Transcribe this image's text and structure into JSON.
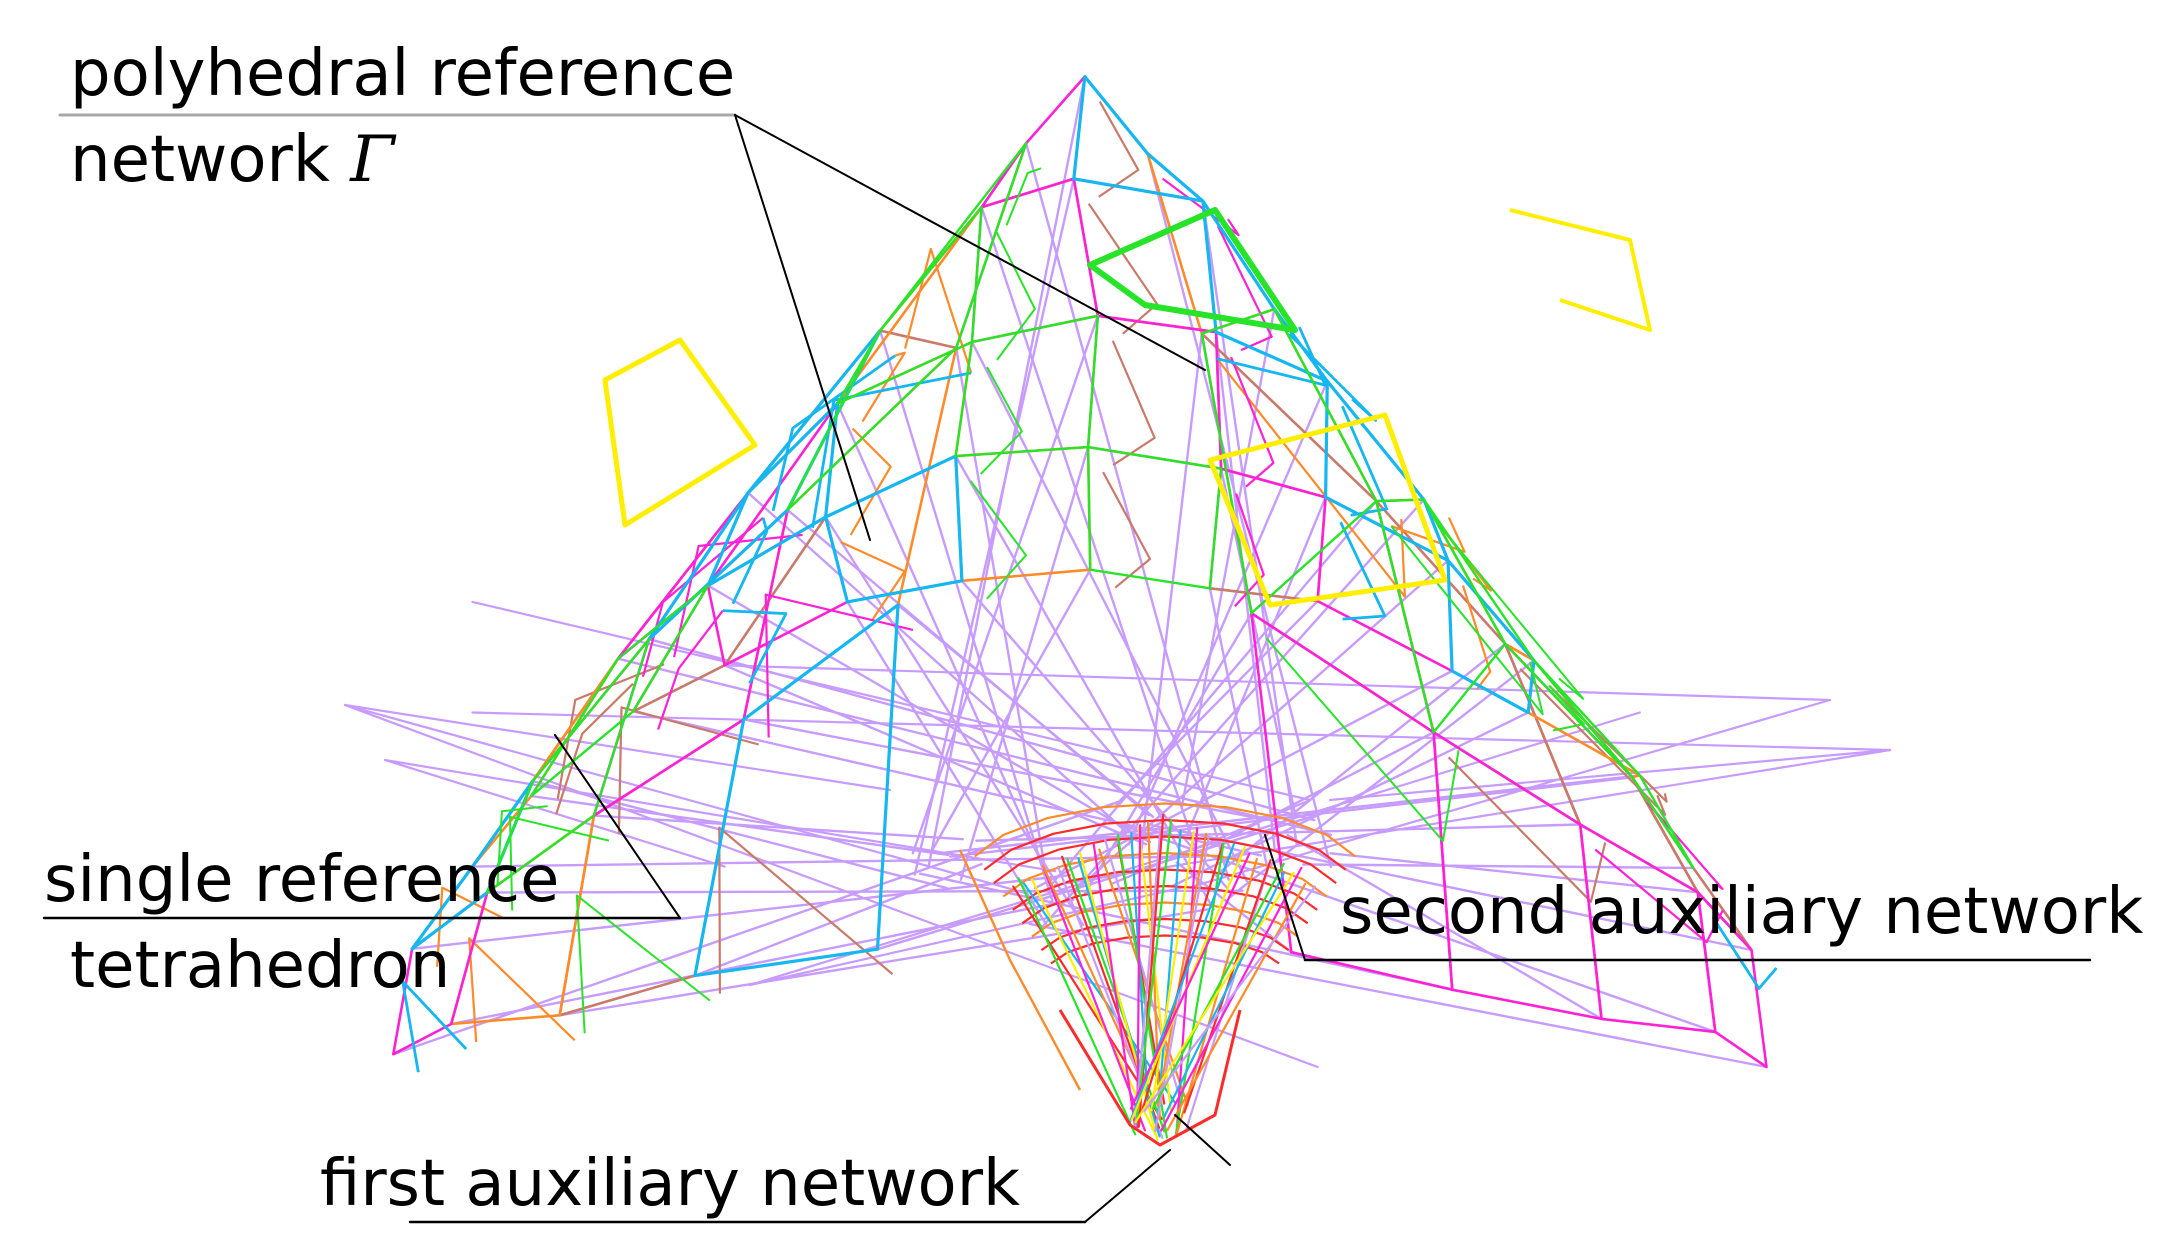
{
  "labels": {
    "polyhedral_line1": "polyhedral reference",
    "polyhedral_line2": "network",
    "polyhedral_symbol": "Γ",
    "single_line1": "single reference",
    "single_line2": "tetrahedron",
    "second_aux": "second auxiliary network",
    "first_aux": "first auxiliary network"
  },
  "colors": {
    "reference_tetrahedron": "#c79bff",
    "magenta": "#ff21d6",
    "cyan": "#16b6f0",
    "green": "#28e428",
    "yellow": "#ffee00",
    "orange": "#ff8a2a",
    "brown": "#c97a6a",
    "red": "#ff2a2a",
    "leader": "#000000",
    "underline_gray": "#a8a8a8"
  }
}
